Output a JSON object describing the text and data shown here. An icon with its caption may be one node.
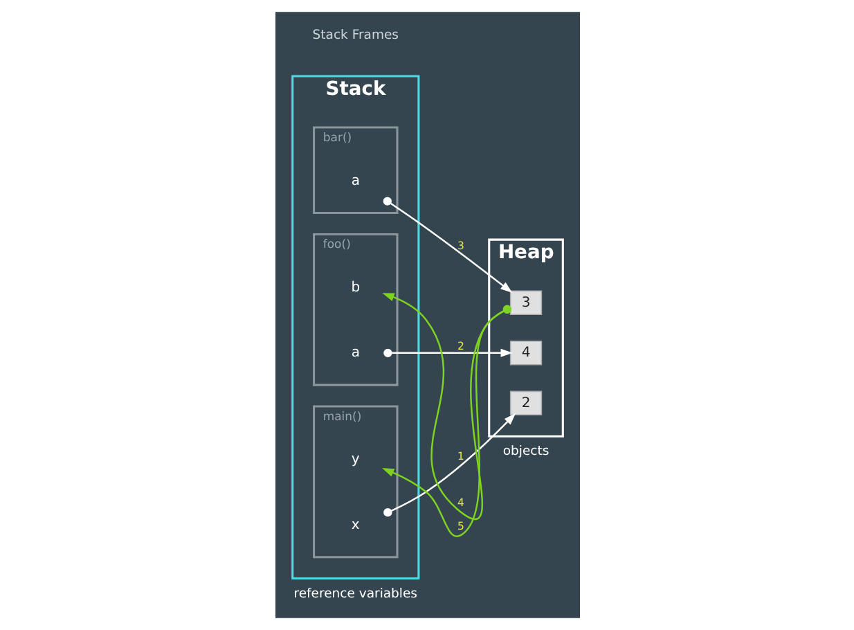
{
  "diagram": {
    "nodes": [
      {
        "text": [
          "Stack"
        ],
        "beside": [
          "reference variables"
        ]
      },
      {
        "text": [
          "bar()"
        ],
        "in": 0
      },
      {
        "text": [
          "a"
        ],
        "in": 1
      },
      {
        "text": [
          "foo()"
        ],
        "in": 0
      },
      {
        "text": [
          "b"
        ],
        "in": 3
      },
      {
        "text": [
          "a"
        ],
        "in": 3
      },
      {
        "text": [
          "main()"
        ],
        "in": 0
      },
      {
        "text": [
          "y"
        ],
        "in": 6
      },
      {
        "text": [
          "x"
        ],
        "in": 6
      },
      {
        "text": [
          "Heap"
        ],
        "beside": [
          "objects"
        ]
      },
      {
        "text": [
          "3"
        ],
        "in": 9
      },
      {
        "text": [
          "4"
        ],
        "in": 9
      },
      {
        "text": [
          "2"
        ],
        "in": 9
      }
    ],
    "edges": [
      {
        "from": 8,
        "to": 12,
        "arrow": "to",
        "label": "1"
      },
      {
        "from": 5,
        "to": 11,
        "arrow": "to",
        "label": "2"
      },
      {
        "from": 2,
        "to": 10,
        "arrow": "to",
        "label": "3"
      },
      {
        "from": 10,
        "to": 4,
        "arrow": "to",
        "label": "4",
        "color": "#7ed321"
      },
      {
        "from": 10,
        "to": 7,
        "arrow": "to",
        "label": "5",
        "color": "#7ed321"
      }
    ],
    "labels": [
      "Stack Frames"
    ]
  }
}
